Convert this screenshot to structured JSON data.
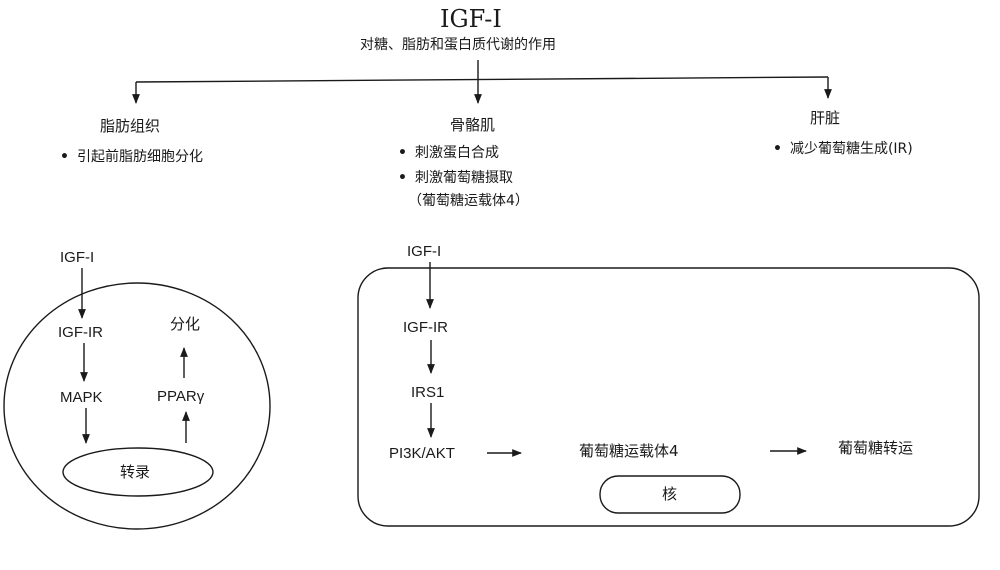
{
  "header": {
    "title": "IGF-I",
    "subtitle": "对糖、脂肪和蛋白质代谢的作用"
  },
  "branches": {
    "adipose": {
      "label": "脂肪组织",
      "items": [
        "引起前脂肪细胞分化"
      ]
    },
    "muscle": {
      "label": "骨骼肌",
      "items": [
        "刺激蛋白合成",
        "刺激葡萄糖摄取"
      ],
      "note": "（葡萄糖运载体4）"
    },
    "liver": {
      "label": "肝脏",
      "items": [
        "减少葡萄糖生成(IR)"
      ]
    }
  },
  "adipose_cell": {
    "input": "IGF-I",
    "receptor": "IGF-IR",
    "kinase": "MAPK",
    "factor": "PPARγ",
    "output": "分化",
    "nucleus": "转录"
  },
  "muscle_cell": {
    "input": "IGF-I",
    "receptor": "IGF-IR",
    "substrate": "IRS1",
    "kinase": "PI3K/AKT",
    "transporter": "葡萄糖运载体4",
    "output": "葡萄糖转运",
    "nucleus": "核"
  }
}
